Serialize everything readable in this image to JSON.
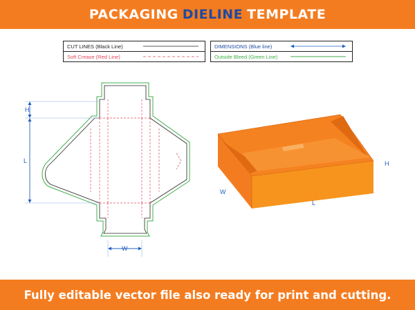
{
  "header": {
    "prefix": "PACKAGING",
    "accent": "DIELINE",
    "suffix": "TEMPLATE"
  },
  "legend": {
    "cut_lines": "CUT LINES (Black Line)",
    "soft_crease": "Soft Crease (Red Line)",
    "dimensions": "DIMENSIONS (Blue line)",
    "outside_bleed": "Outside Bleed (Green Line)"
  },
  "dieline": {
    "h": "H",
    "l": "L",
    "w": "W"
  },
  "box": {
    "h": "H",
    "w": "W",
    "l": "L"
  },
  "footer": {
    "text": "Fully editable vector file also ready for print and cutting."
  },
  "colors": {
    "orange": "#f47c20",
    "blue": "#1f4aa0",
    "cut": "#222222",
    "crease": "#e0475a",
    "bleed": "#3fae49",
    "dimension": "#1f5fbf"
  }
}
